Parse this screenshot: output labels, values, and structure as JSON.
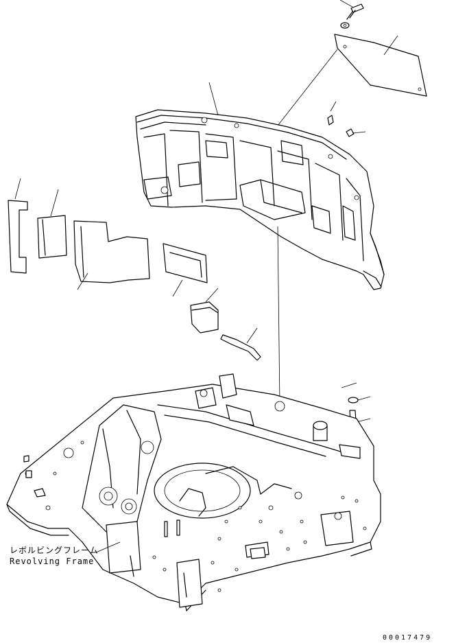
{
  "labels": {
    "revolving_frame_jp": "レボルビングフレーム",
    "revolving_frame_en": "Revolving Frame"
  },
  "drawing_number": "00017479",
  "colors": {
    "ink": "#000000",
    "paper": "#ffffff"
  }
}
